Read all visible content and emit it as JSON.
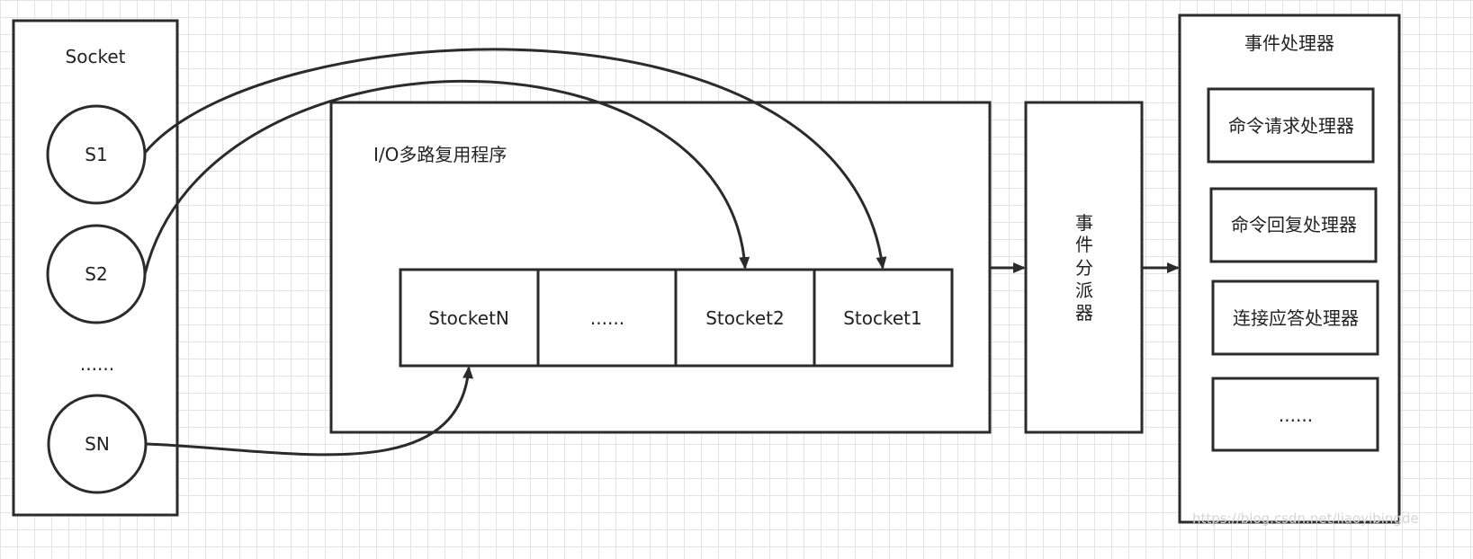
{
  "socket_panel": {
    "title": "Socket",
    "nodes": [
      "S1",
      "S2",
      "......",
      "SN"
    ]
  },
  "io_panel": {
    "title": "I/O多路复用程序",
    "queue": [
      "StocketN",
      "......",
      "Stocket2",
      "Stocket1"
    ]
  },
  "dispatcher": {
    "label": [
      "事",
      "件",
      "分",
      "派",
      "器"
    ]
  },
  "handler_panel": {
    "title": "事件处理器",
    "handlers": [
      "命令请求处理器",
      "命令回复处理器",
      "连接应答处理器",
      "......"
    ]
  },
  "watermark": "https://blog.csdn.net/liaoyibingde"
}
